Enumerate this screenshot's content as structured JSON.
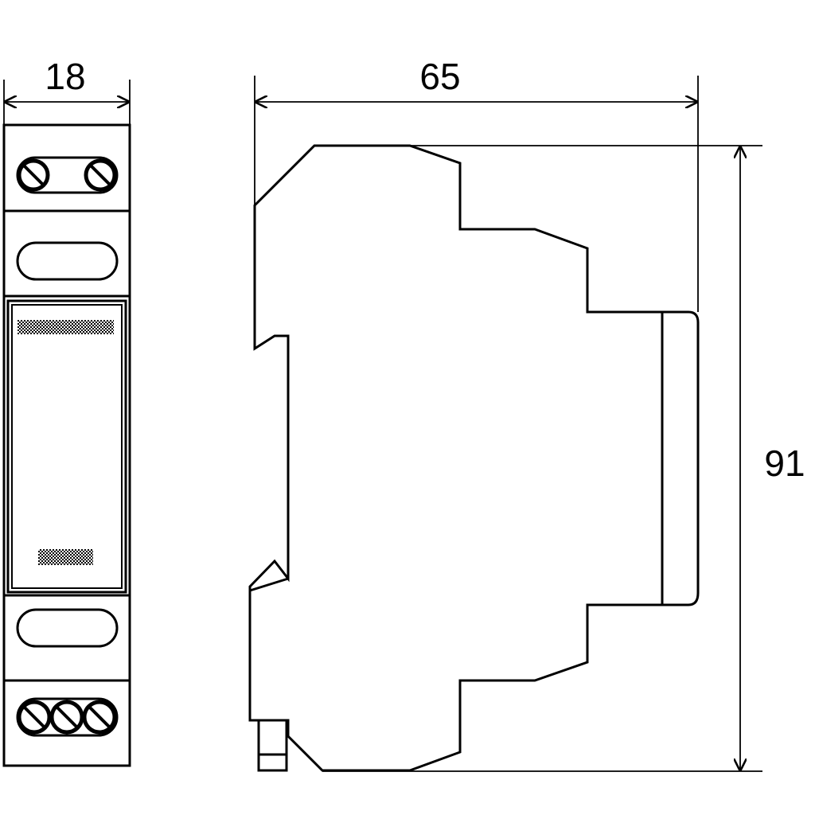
{
  "dimensions": {
    "width_front": "18",
    "depth_side": "65",
    "height": "91"
  },
  "colors": {
    "line": "#000000",
    "background": "#ffffff"
  }
}
